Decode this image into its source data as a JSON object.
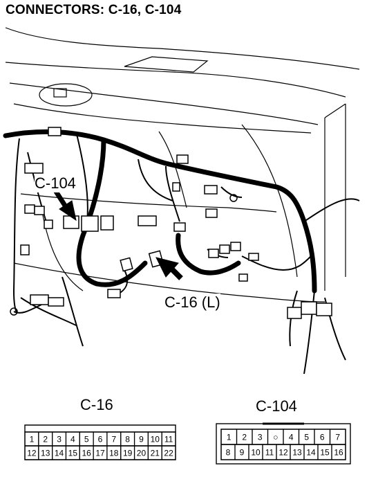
{
  "title": "CONNECTORS: C-16, C-104",
  "callouts": {
    "c104": "C-104",
    "c16": "C-16 (L)"
  },
  "connectors": {
    "c16": {
      "label": "C-16",
      "top_row": [
        "1",
        "2",
        "3",
        "4",
        "5",
        "6",
        "7",
        "8",
        "9",
        "10",
        "11"
      ],
      "bottom_row": [
        "12",
        "13",
        "14",
        "15",
        "16",
        "17",
        "18",
        "19",
        "20",
        "21",
        "22"
      ]
    },
    "c104": {
      "label": "C-104",
      "top_row": [
        "1",
        "2",
        "3",
        "○",
        "4",
        "5",
        "6",
        "7"
      ],
      "bottom_row": [
        "8",
        "9",
        "10",
        "11",
        "12",
        "13",
        "14",
        "15",
        "16"
      ]
    }
  }
}
